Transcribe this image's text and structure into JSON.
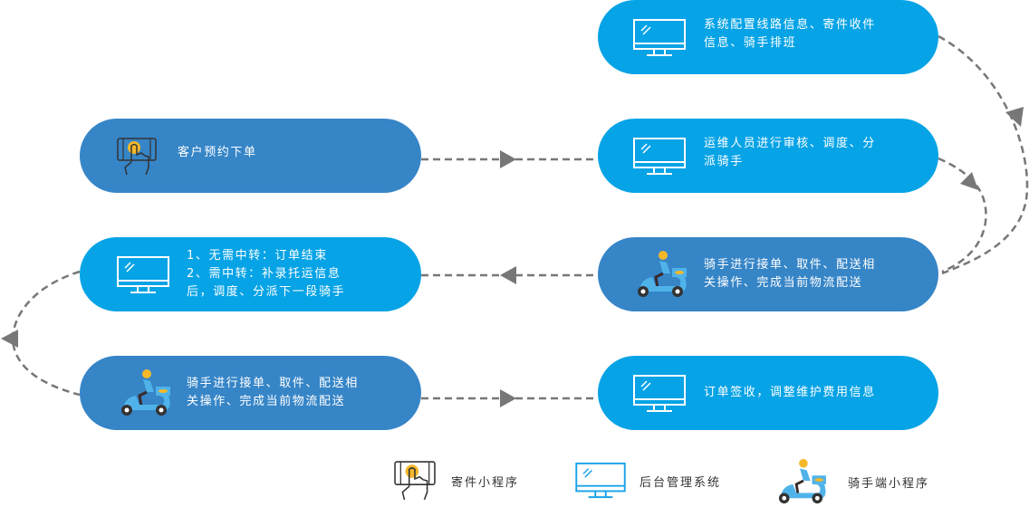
{
  "colors": {
    "node_light": "#06a3e6",
    "node_dark": "#3685c7",
    "connector": "#777777",
    "accent_orange": "#f5b82a"
  },
  "nodes": [
    {
      "id": "n1",
      "icon": "monitor-icon",
      "text": "系统配置线路信息、寄件收件\n信息、骑手排班"
    },
    {
      "id": "n2",
      "icon": "phone-tap-icon",
      "text": "客户预约下单"
    },
    {
      "id": "n3",
      "icon": "monitor-icon",
      "text": "运维人员进行审核、调度、分\n派骑手"
    },
    {
      "id": "n4",
      "icon": "scooter-rider-icon",
      "text": "骑手进行接单、取件、配送相\n关操作、完成当前物流配送"
    },
    {
      "id": "n5",
      "icon": "monitor-icon",
      "text": "1、无需中转：订单结束\n2、需中转：补录托运信息\n后，调度、分派下一段骑手"
    },
    {
      "id": "n6",
      "icon": "scooter-rider-icon",
      "text": "骑手进行接单、取件、配送相\n关操作、完成当前物流配送"
    },
    {
      "id": "n7",
      "icon": "monitor-icon",
      "text": "订单签收，调整维护费用信息"
    }
  ],
  "legend": [
    {
      "icon": "phone-tap-icon",
      "label": "寄件小程序"
    },
    {
      "icon": "monitor-icon",
      "label": "后台管理系统"
    },
    {
      "icon": "scooter-rider-icon",
      "label": "骑手端小程序"
    }
  ]
}
